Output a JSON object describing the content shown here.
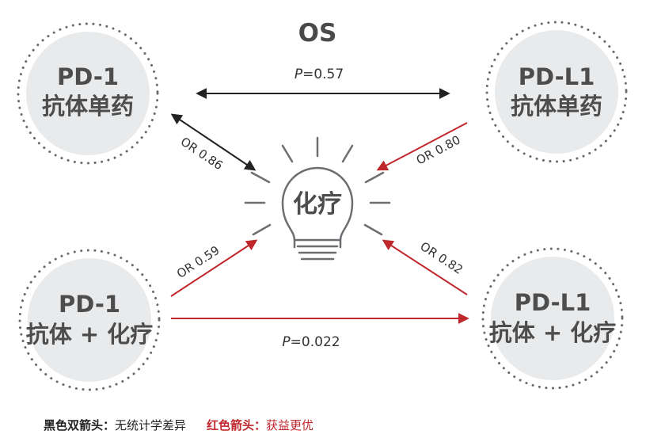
{
  "title": "OS",
  "nodes": {
    "pd1_mono": {
      "line1": "PD-1",
      "line2": "抗体单药"
    },
    "pdl1_mono": {
      "line1": "PD-L1",
      "line2": "抗体单药"
    },
    "pd1_combo": {
      "line1": "PD-1",
      "line2": "抗体 + 化疗"
    },
    "pdl1_combo": {
      "line1": "PD-L1",
      "line2": "抗体 + 化疗"
    }
  },
  "center": {
    "label": "化疗"
  },
  "comparisons": {
    "top_p": {
      "prefix": "P",
      "value": "=0.57"
    },
    "bottom_p": {
      "prefix": "P",
      "value": "=0.022"
    },
    "or_pd1_mono": "OR 0.86",
    "or_pdl1_mono": "OR 0.80",
    "or_pd1_combo": "OR 0.59",
    "or_pdl1_combo": "OR 0.82"
  },
  "legend": {
    "black_key": "黑色双箭头：",
    "black_value": "无统计学差异",
    "red_key": "红色箭头：",
    "red_value": "获益更优"
  },
  "colors": {
    "black_arrow": "#222222",
    "red_arrow": "#c0272d",
    "node_fill": "#e9eaeb",
    "dots": "#6a6a6a"
  }
}
